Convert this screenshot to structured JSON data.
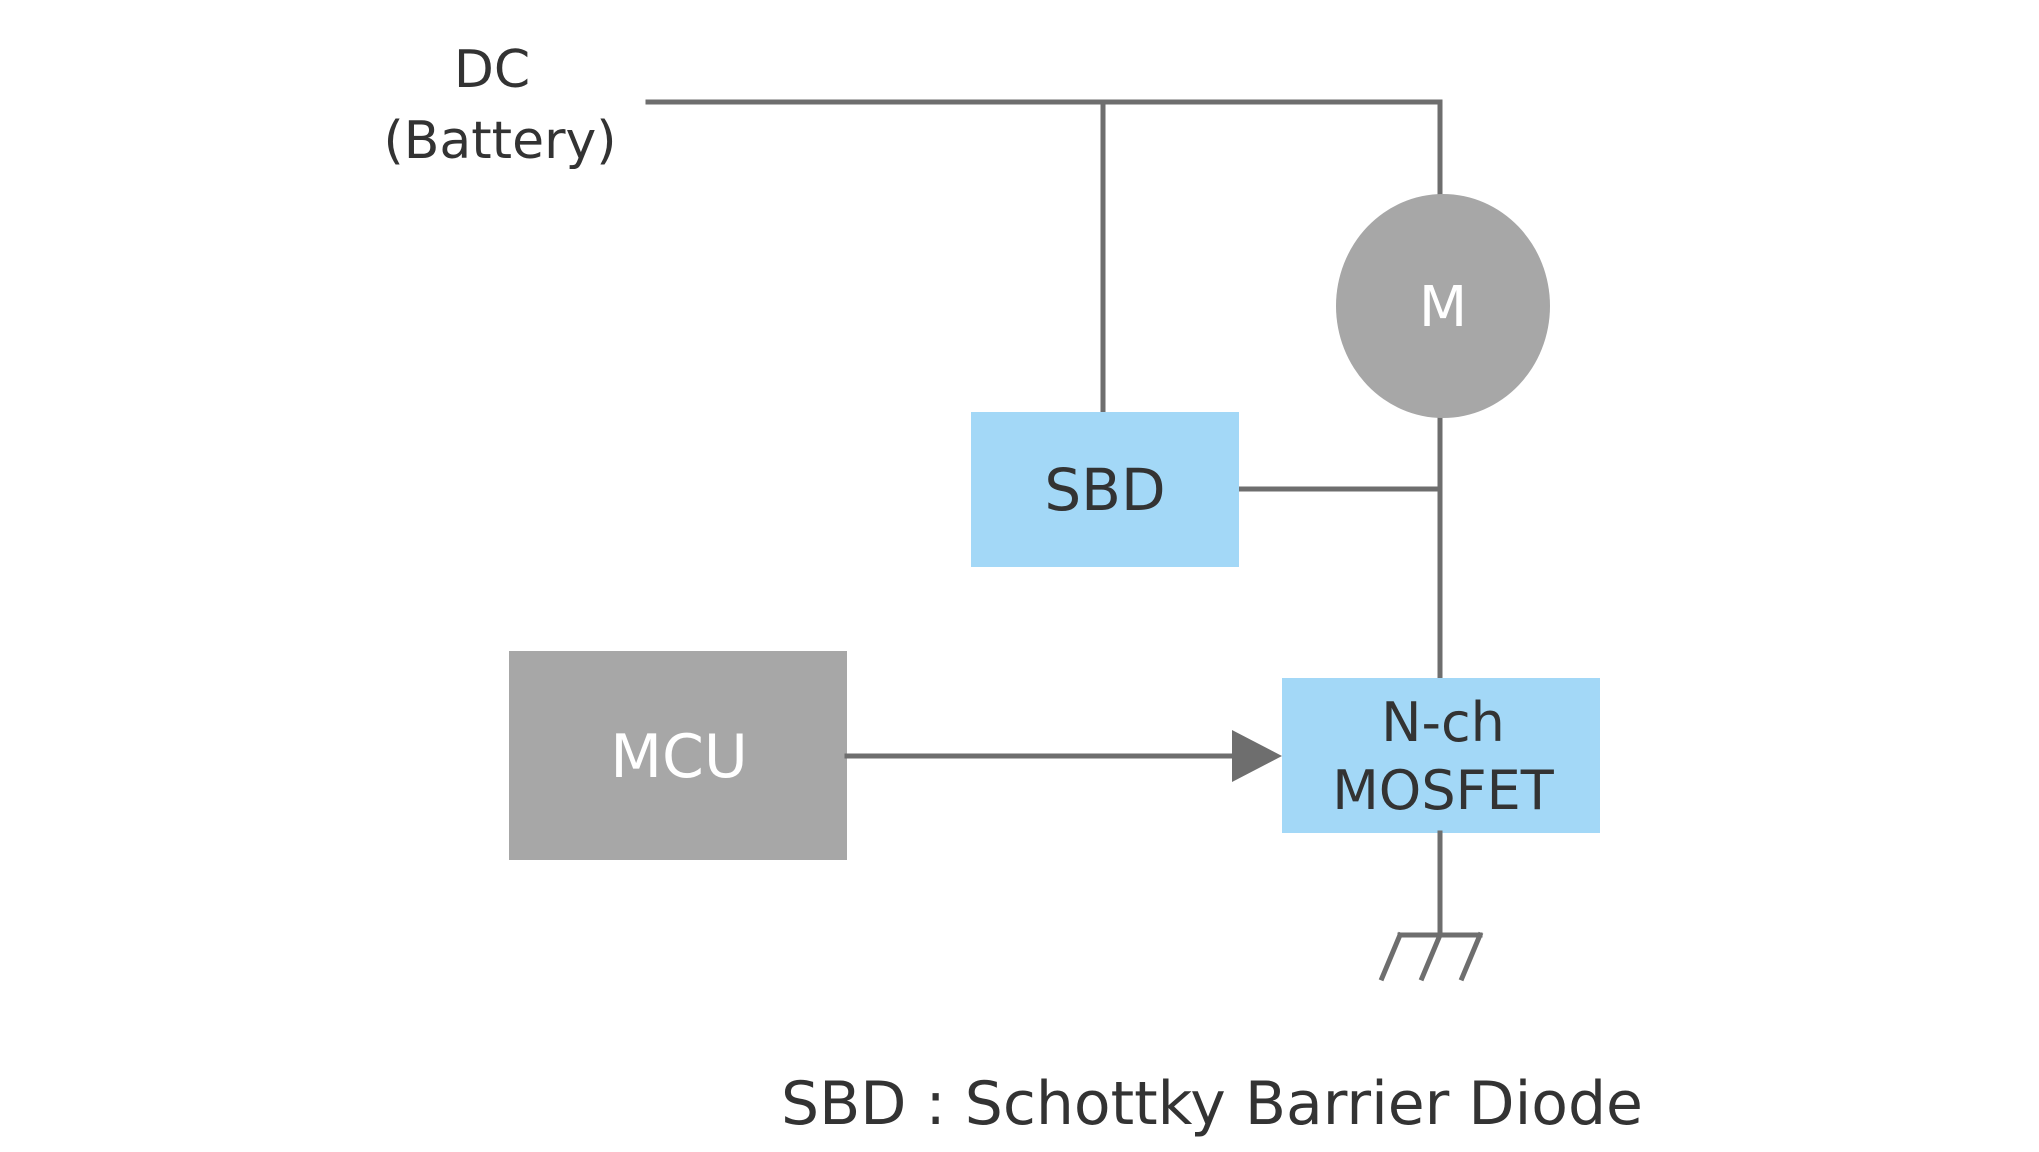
{
  "dc_source": {
    "line1": "DC",
    "line2": "(Battery)"
  },
  "motor": {
    "label": "M"
  },
  "sbd_block": {
    "label": "SBD"
  },
  "mcu_block": {
    "label": "MCU"
  },
  "mosfet_block": {
    "line1": "N-ch",
    "line2": "MOSFET"
  },
  "legend": {
    "text": "SBD : Schottky Barrier Diode"
  },
  "colors": {
    "wire": "#6e6e6e",
    "light_blue_block": "#a3d8f7",
    "gray_block": "#a7a7a7",
    "text_dark": "#333333",
    "text_light": "#ffffff"
  }
}
